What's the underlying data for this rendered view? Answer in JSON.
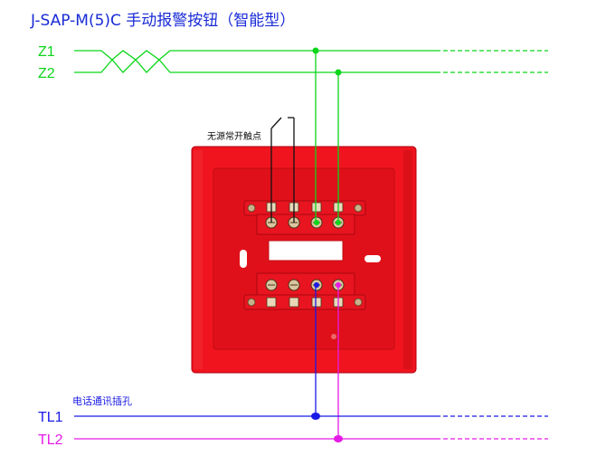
{
  "title": "J-SAP-M(5)C 手动报警按钮（智能型）",
  "labels": {
    "z1": "Z1",
    "z2": "Z2",
    "tl1": "TL1",
    "tl2": "TL2",
    "contact": "无源常开触点",
    "phone_jack": "电话通讯插孔"
  },
  "colors": {
    "title": "#1a2bd6",
    "bus_green": "#0bd61a",
    "tl1_blue": "#1a1ae6",
    "tl2_magenta": "#e61ae6",
    "box_red": "#f0141e",
    "box_red_inner": "#e0101a",
    "terminal_red": "#e81420",
    "screw_tan": "#c8b08a",
    "contact_black": "#111111"
  },
  "icons": {
    "terminal_screw": "screw-icon",
    "bus_junction": "junction-dot-icon",
    "mounting_slot": "slot-hole-icon"
  }
}
